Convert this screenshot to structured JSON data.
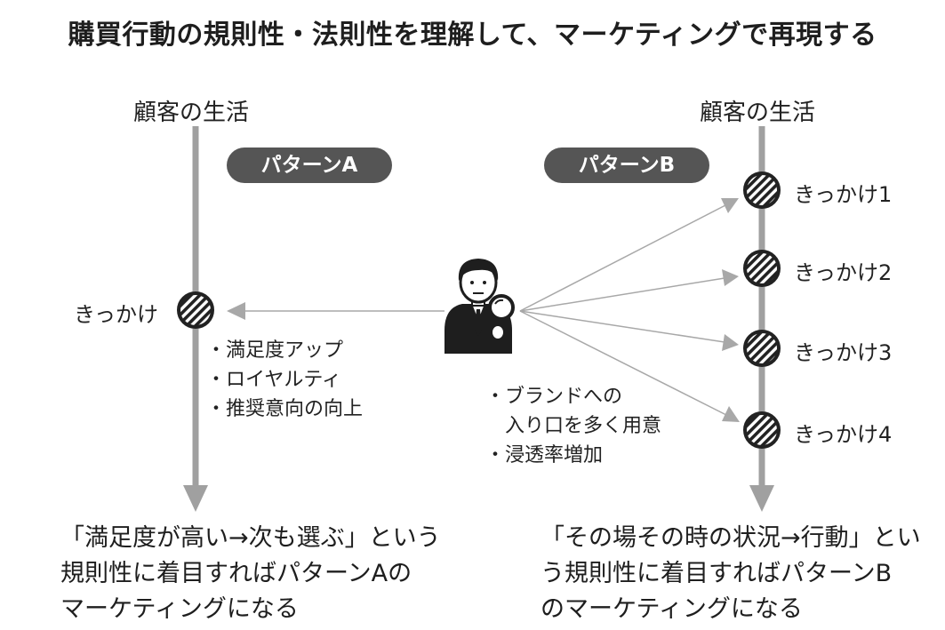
{
  "title": "購買行動の規則性・法則性を理解して、マーケティングで再現する",
  "left": {
    "timeline_label": "顧客の生活",
    "pattern_label": "パターンA",
    "trigger_label": "きっかけ",
    "effects": [
      "満足度アップ",
      "ロイヤルティ",
      "推奨意向の向上"
    ],
    "summary": [
      "「満足度が高い→次も選ぶ」という",
      "規則性に着目すればパターンAの",
      "マーケティングになる"
    ]
  },
  "right": {
    "timeline_label": "顧客の生活",
    "pattern_label": "パターンB",
    "triggers": [
      "きっかけ1",
      "きっかけ2",
      "きっかけ3",
      "きっかけ4"
    ],
    "effects": [
      "ブランドへの",
      "入り口を多く用意",
      "浸透率増加"
    ],
    "summary": [
      "「その場その時の状況→行動」とい",
      "う規則性に着目すればパターンB",
      "のマーケティングになる"
    ]
  },
  "icons": {
    "person": "businessman-with-magnifier-icon",
    "trigger": "hatched-circle-icon"
  },
  "colors": {
    "timeline": "#a0a0a0",
    "arrow": "#a8a8a8",
    "pill": "#555555",
    "text": "#222222"
  }
}
